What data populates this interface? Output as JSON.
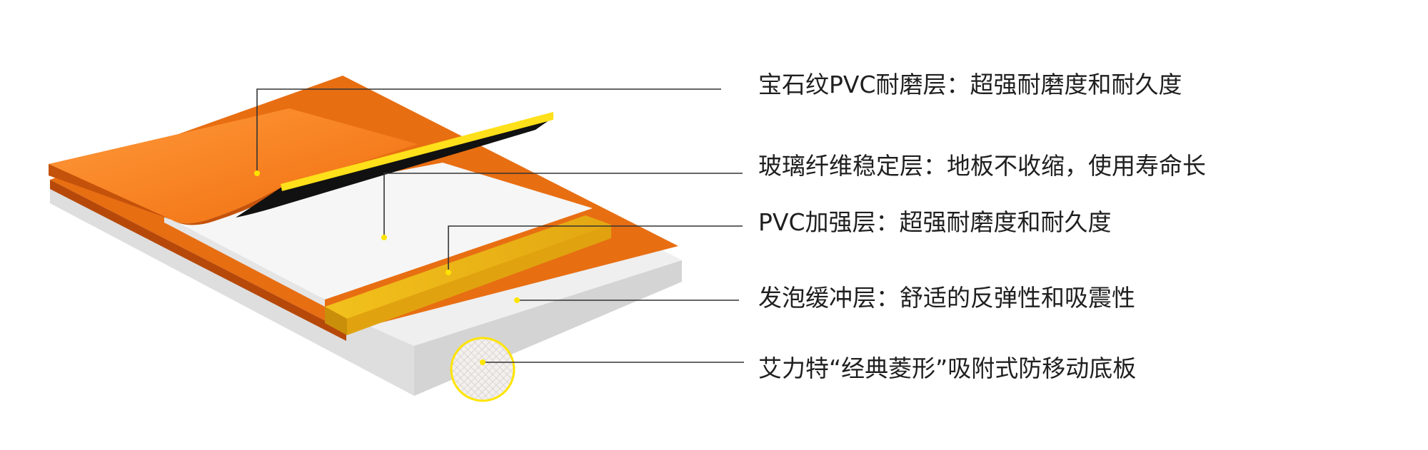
{
  "labels": [
    "宝石纹PVC耐磨层：超强耐磨度和耐久度",
    "玻璃纤维稳定层：地板不收缩，使用寿命长",
    "PVC加强层：超强耐磨度和耐久度",
    "发泡缓冲层：舒适的反弹性和吸震性",
    "艾力特“经典菱形”吸附式防移动底板"
  ],
  "colors": {
    "wear_layer": "#ff7f1a",
    "wear_layer_edge": "#c04e06",
    "glass_fiber_layer": "#f4f4f4",
    "reinforce_layer": "#e9b418",
    "foam_layer": "#ececec",
    "marker_dot": "#ffe400",
    "leader_line": "#333333",
    "text": "#1f1f1f"
  }
}
